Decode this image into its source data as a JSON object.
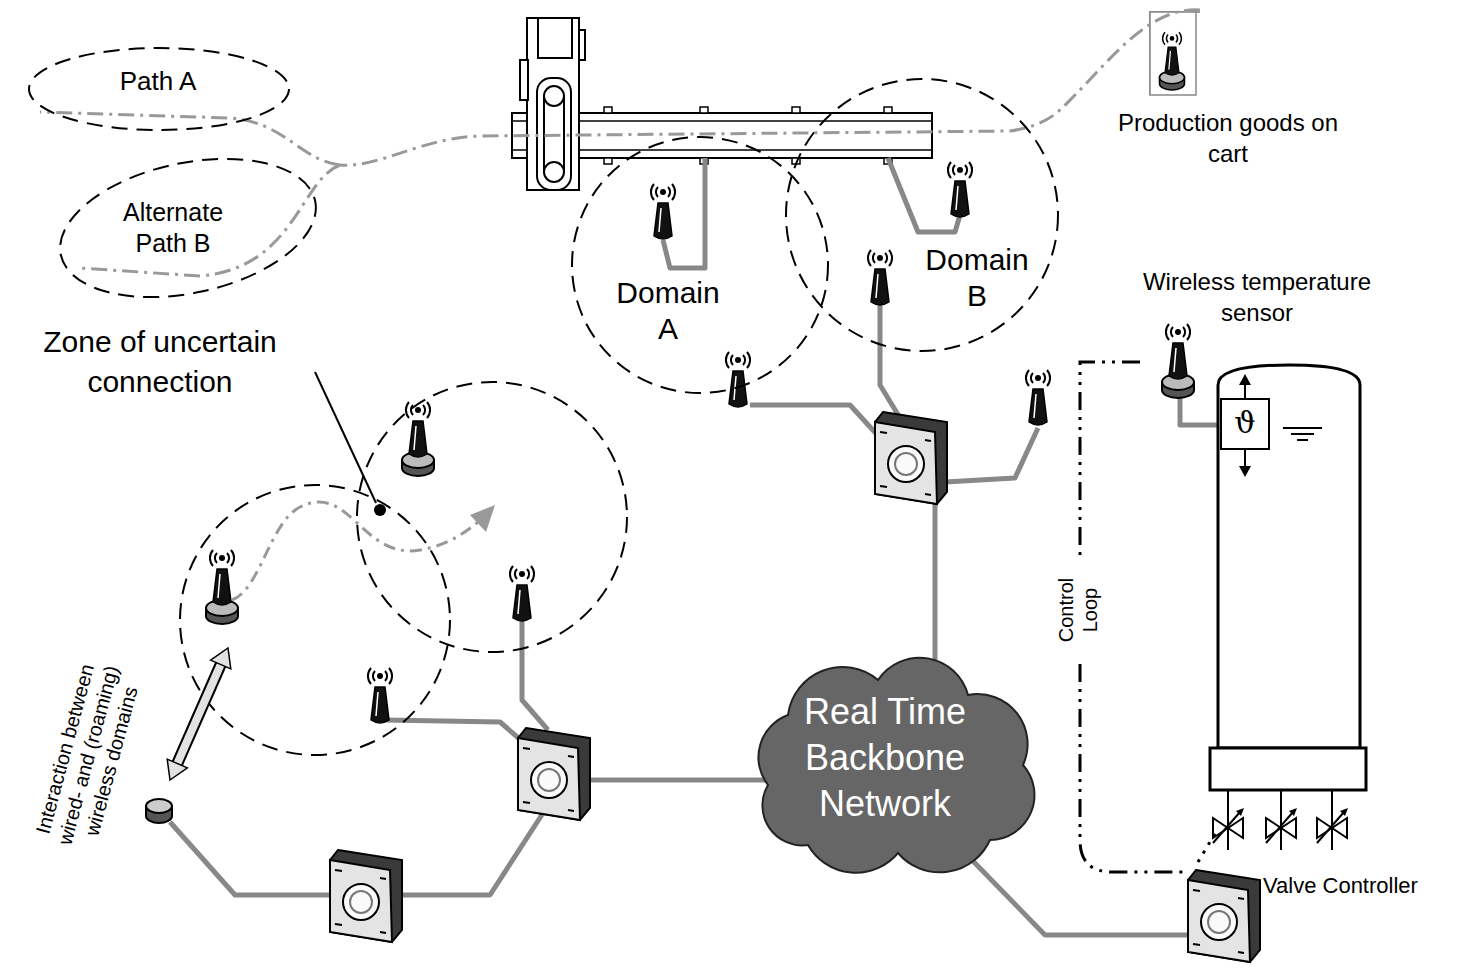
{
  "diagram": {
    "nodes": [
      {
        "text": [
          "Path A"
        ]
      },
      {
        "text": [
          "Alternate Path B"
        ]
      },
      {
        "text": [
          "Domain A"
        ]
      },
      {
        "text": [
          "Domain B"
        ]
      },
      {
        "text": [
          "ϑ"
        ]
      },
      {
        "text": [
          "Real Time Backbone Network"
        ]
      },
      {
        "text": [
          "Valve Controller"
        ]
      }
    ],
    "edges": [
      {
        "from": 5,
        "to": 6,
        "arrow": "none"
      }
    ],
    "labels": [
      "Production goods on cart",
      "Zone of uncertain connection",
      "Wireless temperature sensor",
      "Control Loop",
      "Interaction between wired- and (roaming) wireless domains"
    ]
  }
}
